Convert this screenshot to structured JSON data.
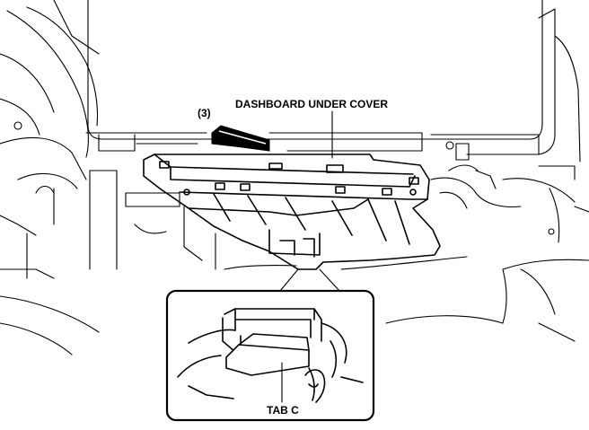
{
  "labels": {
    "step": "(3)",
    "part": "DASHBOARD UNDER COVER",
    "detail": "TAB C"
  },
  "colors": {
    "ink": "#000000",
    "background": "#ffffff"
  }
}
